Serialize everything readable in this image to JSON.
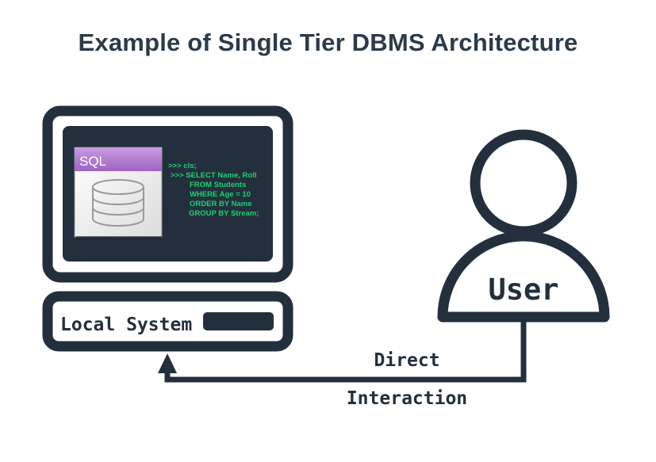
{
  "title": "Example of Single Tier DBMS Architecture",
  "computer": {
    "label": "Local System",
    "sql_badge": "SQL",
    "terminal_lines": [
      ">>> cls;",
      ">>> SELECT Name, Roll",
      "FROM Students",
      "WHERE Age = 10",
      "ORDER BY Name",
      "GROUP BY Stream;"
    ]
  },
  "user": {
    "label": "User"
  },
  "connection": {
    "label_line1": "Direct",
    "label_line2": "Interaction"
  },
  "colors": {
    "dark": "#242f3d",
    "code_green": "#19d36f",
    "sql_purple": "#b886d6"
  }
}
